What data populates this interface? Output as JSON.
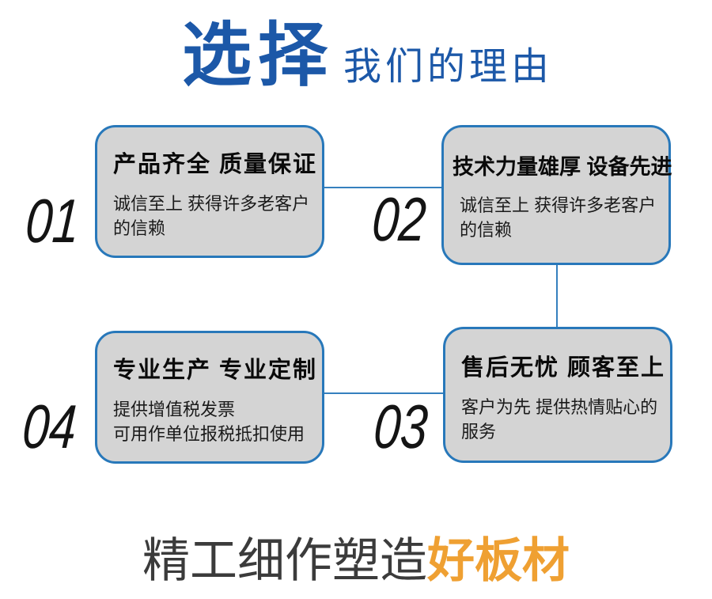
{
  "title": {
    "highlight": "选择",
    "rest": "我们的理由"
  },
  "reasons": [
    {
      "number": "01",
      "heading": "产品齐全 质量保证",
      "desc_line1": "诚信至上 获得许多老客户",
      "desc_line2": "的信赖"
    },
    {
      "number": "02",
      "heading": "技术力量雄厚 设备先进",
      "desc_line1": "诚信至上 获得许多老客户",
      "desc_line2": "的信赖"
    },
    {
      "number": "03",
      "heading": "售后无忧 顾客至上",
      "desc_line1": "客户为先 提供热情贴心的",
      "desc_line2": "服务"
    },
    {
      "number": "04",
      "heading": "专业生产 专业定制",
      "desc_line1": "提供增值税发票",
      "desc_line2": "可用作单位报税抵扣使用"
    }
  ],
  "footer": {
    "dark": "精工细作塑造",
    "accent": "好板材"
  },
  "colors": {
    "title_blue": "#1c58a8",
    "box_fill": "#d4d4d4",
    "box_border": "#2878ba",
    "connector": "#3580be",
    "heading_color": "#0a0a0a",
    "desc_color": "#1a1a1a",
    "number_color": "#141414",
    "footer_dark": "#3b3b3b",
    "footer_accent": "#efa032"
  }
}
